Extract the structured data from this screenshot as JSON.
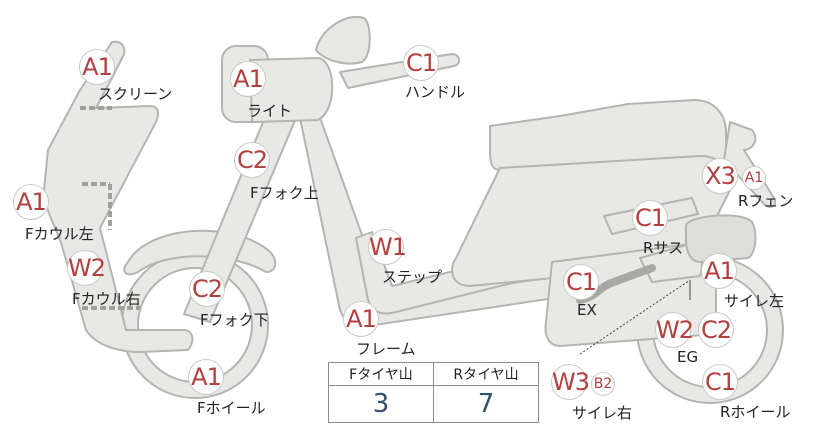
{
  "callouts": [
    {
      "id": "screen",
      "code": "A1",
      "label": "スクリーン"
    },
    {
      "id": "light",
      "code": "A1",
      "label": "ライト"
    },
    {
      "id": "handle",
      "code": "C1",
      "label": "ハンドル"
    },
    {
      "id": "f-fork-upper",
      "code": "C2",
      "label": "Fフォク上"
    },
    {
      "id": "f-cowl-left",
      "code": "A1",
      "label": "Fカウル左"
    },
    {
      "id": "f-cowl-right",
      "code": "W2",
      "label": "Fカウル右"
    },
    {
      "id": "f-fork-lower",
      "code": "C2",
      "label": "Fフォク下"
    },
    {
      "id": "f-wheel",
      "code": "A1",
      "label": "Fホイール"
    },
    {
      "id": "step",
      "code": "W1",
      "label": "ステップ"
    },
    {
      "id": "frame",
      "code": "A1",
      "label": "フレーム"
    },
    {
      "id": "r-fender",
      "code": "X3",
      "sub_code": "A1",
      "label": "Rフェン"
    },
    {
      "id": "r-sus",
      "code": "C1",
      "label": "Rサス"
    },
    {
      "id": "ex",
      "code": "C1",
      "label": "EX"
    },
    {
      "id": "silencer-left",
      "code": "A1",
      "label": "サイレ左"
    },
    {
      "id": "eg",
      "code": "W2",
      "second_code": "C2",
      "label": "EG"
    },
    {
      "id": "silencer-right",
      "code": "W3",
      "sub_code": "B2",
      "label": "サイレ右"
    },
    {
      "id": "r-wheel",
      "code": "C1",
      "label": "Rホイール"
    }
  ],
  "tread_table": {
    "headers": [
      "Fタイヤ山",
      "Rタイヤ山"
    ],
    "values": [
      "3",
      "7"
    ]
  },
  "colors": {
    "code_text": "#b2403f",
    "tread_value_text": "#35506e",
    "part_fill": "#e8e8e6",
    "part_stroke": "#b4b4b0"
  }
}
